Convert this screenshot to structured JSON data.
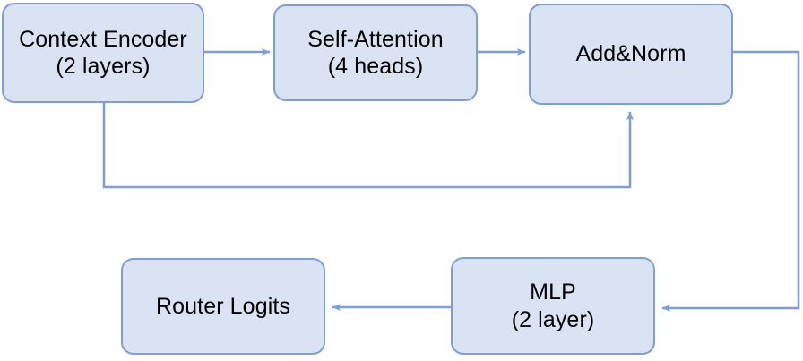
{
  "diagram": {
    "title": "Router network architecture block diagram",
    "colors": {
      "node_fill": "#dae3f3",
      "node_border": "#7e9ed4",
      "edge_stroke": "#7e9ed4",
      "arrow_fill": "#7e9ed4",
      "text": "#000000",
      "background": "#ffffff"
    },
    "nodes": [
      {
        "id": "context-encoder",
        "line1": "Context Encoder",
        "line2": "(2 layers)"
      },
      {
        "id": "self-attention",
        "line1": "Self-Attention",
        "line2": "(4 heads)"
      },
      {
        "id": "add-norm",
        "line1": "Add&Norm",
        "line2": ""
      },
      {
        "id": "router-logits",
        "line1": "Router Logits",
        "line2": ""
      },
      {
        "id": "mlp",
        "line1": "MLP",
        "line2": "(2 layer)"
      }
    ],
    "edges": [
      {
        "id": "encoder-to-attention",
        "from": "context-encoder",
        "to": "self-attention",
        "label": ""
      },
      {
        "id": "attention-to-addnorm",
        "from": "self-attention",
        "to": "add-norm",
        "label": ""
      },
      {
        "id": "encoder-residual-to-addnorm",
        "from": "context-encoder",
        "to": "add-norm",
        "label": ""
      },
      {
        "id": "addnorm-to-mlp",
        "from": "add-norm",
        "to": "mlp",
        "label": ""
      },
      {
        "id": "mlp-to-router",
        "from": "mlp",
        "to": "router-logits",
        "label": ""
      }
    ]
  }
}
